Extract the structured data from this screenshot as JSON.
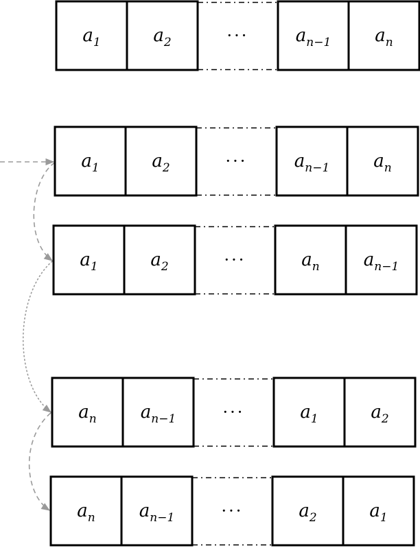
{
  "ellipsis": "···",
  "rows": [
    {
      "cells": [
        {
          "base": "a",
          "sub": "1"
        },
        {
          "base": "a",
          "sub": "2"
        },
        {
          "base": "a",
          "sub": "n−1"
        },
        {
          "base": "a",
          "sub": "n"
        }
      ]
    },
    {
      "cells": [
        {
          "base": "a",
          "sub": "1"
        },
        {
          "base": "a",
          "sub": "2"
        },
        {
          "base": "a",
          "sub": "n−1"
        },
        {
          "base": "a",
          "sub": "n"
        }
      ]
    },
    {
      "cells": [
        {
          "base": "a",
          "sub": "1"
        },
        {
          "base": "a",
          "sub": "2"
        },
        {
          "base": "a",
          "sub": "n"
        },
        {
          "base": "a",
          "sub": "n−1"
        }
      ]
    },
    {
      "cells": [
        {
          "base": "a",
          "sub": "n"
        },
        {
          "base": "a",
          "sub": "n−1"
        },
        {
          "base": "a",
          "sub": "1"
        },
        {
          "base": "a",
          "sub": "2"
        }
      ]
    },
    {
      "cells": [
        {
          "base": "a",
          "sub": "n"
        },
        {
          "base": "a",
          "sub": "n−1"
        },
        {
          "base": "a",
          "sub": "2"
        },
        {
          "base": "a",
          "sub": "1"
        }
      ]
    }
  ],
  "colors": {
    "box_stroke": "#000000",
    "arrow": "#9a9a9a"
  },
  "arrows": [
    "dashed",
    "dashed",
    "dotted",
    "dashed"
  ]
}
